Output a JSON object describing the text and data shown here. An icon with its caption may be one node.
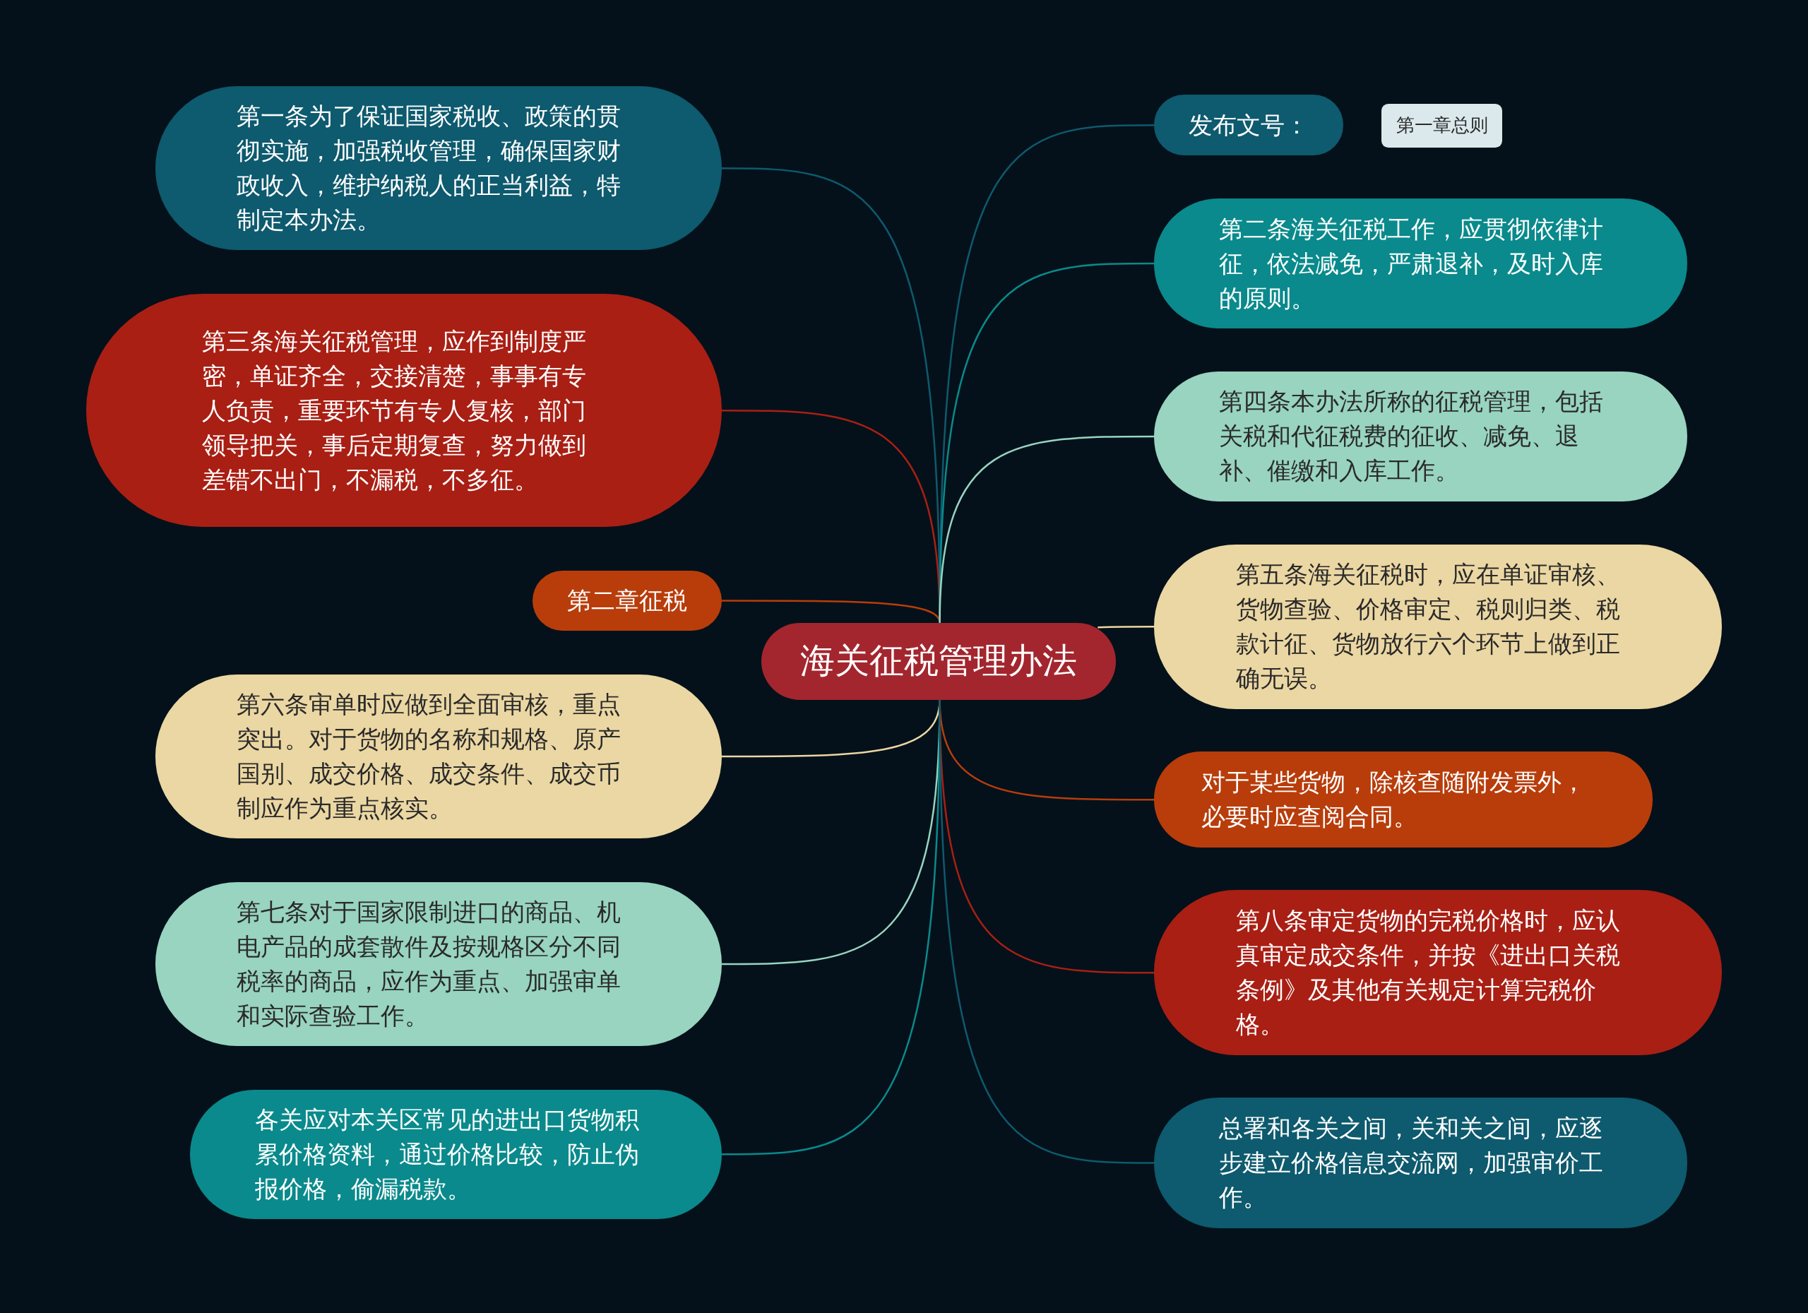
{
  "diagram": {
    "nodes": [
      {
        "text": [
          "海关征税管理办法"
        ]
      },
      {
        "text": [
          "第一条为了保证国家税收、政策的贯彻实施，加强税收管理，确保国家财政收入，维护纳税人的正当利益，特制定本办法。"
        ]
      },
      {
        "text": [
          "第三条海关征税管理，应作到制度严密，单证齐全，交接清楚，事事有专人负责，重要环节有专人复核，部门领导把关，事后定期复查，努力做到差错不出门，不漏税，不多征。"
        ]
      },
      {
        "text": [
          "第二章征税"
        ]
      },
      {
        "text": [
          "第六条审单时应做到全面审核，重点突出。对于货物的名称和规格、原产国别、成交价格、成交条件、成交币制应作为重点核实。"
        ]
      },
      {
        "text": [
          "第七条对于国家限制进口的商品、机电产品的成套散件及按规格区分不同税率的商品，应作为重点、加强审单和实际查验工作。"
        ]
      },
      {
        "text": [
          "各关应对本关区常见的进出口货物积累价格资料，通过价格比较，防止伪报价格，偷漏税款。"
        ]
      },
      {
        "text": [
          "发布文号："
        ]
      },
      {
        "text": [
          "第一章总则"
        ]
      },
      {
        "text": [
          "第二条海关征税工作，应贯彻依律计征，依法减免，严肃退补，及时入库的原则。"
        ]
      },
      {
        "text": [
          "第四条本办法所称的征税管理，包括关税和代征税费的征收、减免、退补、催缴和入库工作。"
        ]
      },
      {
        "text": [
          "第五条海关征税时，应在单证审核、货物查验、价格审定、税则归类、税款计征、货物放行六个环节上做到正确无误。"
        ]
      },
      {
        "text": [
          "对于某些货物，除核查随附发票外，必要时应查阅合同。"
        ]
      },
      {
        "text": [
          "第八条审定货物的完税价格时，应认真审定成交条件，并按《进出口关税条例》及其他有关规定计算完税价格。"
        ]
      },
      {
        "text": [
          "总署和各关之间，关和关之间，应逐步建立价格信息交流网，加强审价工作。"
        ]
      }
    ],
    "edges": [
      {
        "from": 0,
        "to": 1,
        "arrow": "none",
        "color": "#0e5a6e"
      },
      {
        "from": 0,
        "to": 2,
        "arrow": "none",
        "color": "#a91f14"
      },
      {
        "from": 0,
        "to": 3,
        "arrow": "none",
        "color": "#b83d0b"
      },
      {
        "from": 0,
        "to": 4,
        "arrow": "none",
        "color": "#ebd7a3"
      },
      {
        "from": 0,
        "to": 5,
        "arrow": "none",
        "color": "#98d4bf"
      },
      {
        "from": 0,
        "to": 6,
        "arrow": "none",
        "color": "#0a8a8c"
      },
      {
        "from": 0,
        "to": 7,
        "arrow": "none",
        "color": "#0e5a6e"
      },
      {
        "from": 0,
        "to": 9,
        "arrow": "none",
        "color": "#0a8a8c"
      },
      {
        "from": 0,
        "to": 10,
        "arrow": "none",
        "color": "#98d4bf"
      },
      {
        "from": 0,
        "to": 11,
        "arrow": "none",
        "color": "#ebd7a3"
      },
      {
        "from": 0,
        "to": 12,
        "arrow": "none",
        "color": "#b83d0b"
      },
      {
        "from": 0,
        "to": 13,
        "arrow": "none",
        "color": "#a91f14"
      },
      {
        "from": 0,
        "to": 14,
        "arrow": "none",
        "color": "#0e5a6e"
      }
    ]
  }
}
